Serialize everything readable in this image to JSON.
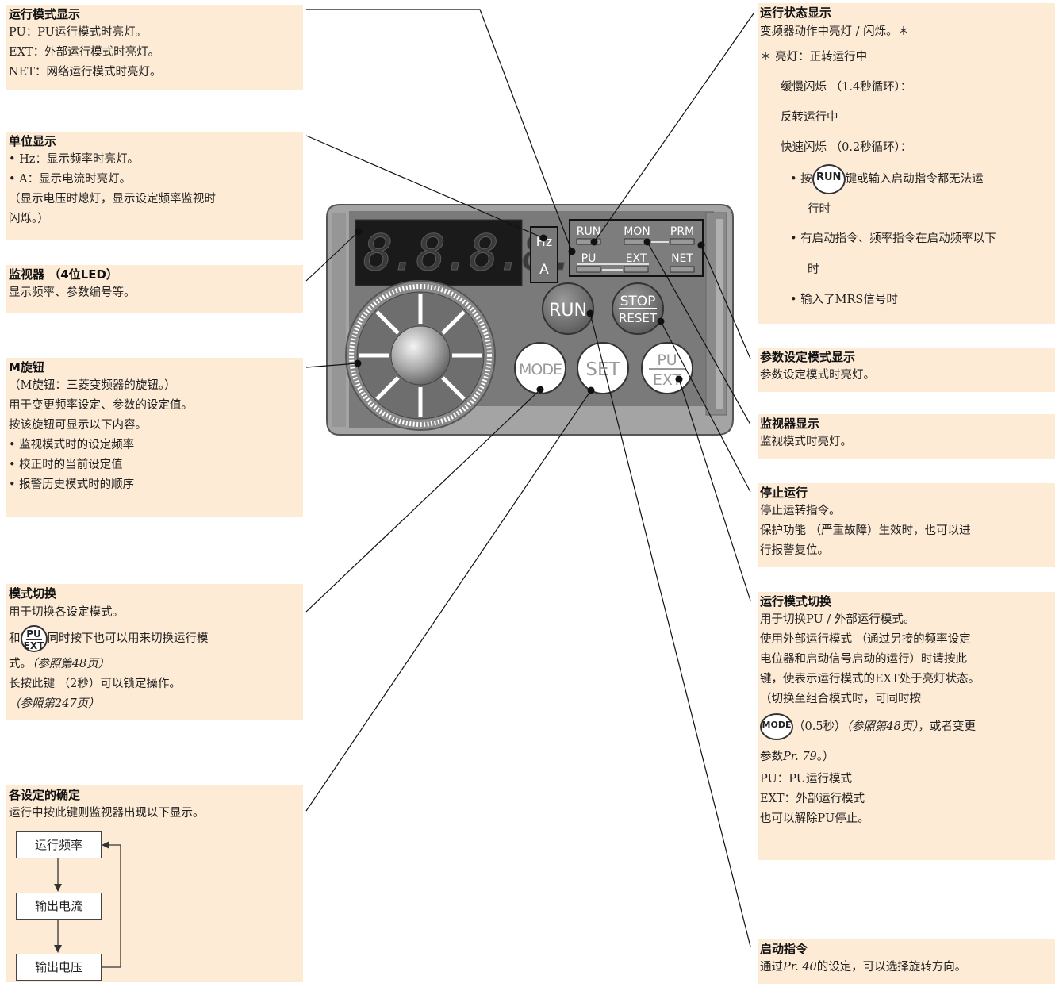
{
  "left": {
    "run_mode_display": {
      "title": "运行模式显示",
      "lines": [
        "PU：PU运行模式时亮灯。",
        "EXT：外部运行模式时亮灯。",
        "NET：网络运行模式时亮灯。"
      ]
    },
    "unit_display": {
      "title": "单位显示",
      "lines": [
        "• Hz：显示频率时亮灯。",
        "• A：显示电流时亮灯。",
        "（显示电压时熄灯，显示设定频率监视时",
        "闪烁。）"
      ]
    },
    "monitor": {
      "title": "监视器 （4位LED）",
      "lines": [
        "显示频率、参数编号等。"
      ]
    },
    "m_dial": {
      "title": "M旋钮",
      "lines": [
        "（M旋钮：三菱变频器的旋钮。）",
        "用于变更频率设定、参数的设定值。",
        "按该旋钮可显示以下内容。",
        "• 监视模式时的设定频率",
        "• 校正时的当前设定值",
        "• 报警历史模式时的顺序"
      ]
    },
    "mode_switch": {
      "title": "模式切换",
      "line1": "用于切换各设定模式。",
      "line2_pre": "和",
      "line2_post": "同时按下也可以用来切换运行模",
      "line3": "式。",
      "line3_ref": "（参照第48页）",
      "line4": "长按此键 （2秒）可以锁定操作。",
      "line5_ref": "（参照第247页）"
    },
    "confirm": {
      "title": "各设定的确定",
      "line1": "运行中按此键则监视器出现以下显示。",
      "flow": [
        "运行频率",
        "输出电流",
        "输出电压"
      ]
    }
  },
  "right": {
    "run_status": {
      "title": "运行状态显示",
      "lines": [
        "变频器动作中亮灯 / 闪烁。＊",
        "＊ 亮灯：正转运行中",
        "缓慢闪烁 （1.4秒循环）：",
        "反转运行中",
        "快速闪烁 （0.2秒循环）："
      ],
      "bullet1_pre": "• 按",
      "bullet1_post": "键或输入启动指令都无法运",
      "bullet1_cont": "行时",
      "bullet2": "• 有启动指令、频率指令在启动频率以下",
      "bullet2_cont": "时",
      "bullet3": "• 输入了MRS信号时"
    },
    "param_mode": {
      "title": "参数设定模式显示",
      "lines": [
        "参数设定模式时亮灯。"
      ]
    },
    "monitor_display": {
      "title": "监视器显示",
      "lines": [
        "监视模式时亮灯。"
      ]
    },
    "stop": {
      "title": "停止运行",
      "lines": [
        "停止运转指令。",
        "保护功能 （严重故障）生效时，也可以进",
        "行报警复位。"
      ]
    },
    "op_mode_switch": {
      "title": "运行模式切换",
      "lines": [
        "用于切换PU / 外部运行模式。",
        "使用外部运行模式 （通过另接的频率设定",
        "电位器和启动信号启动的运行）时请按此",
        "键，使表示运行模式的EXT处于亮灯状态。",
        "（切换至组合模式时，可同时按"
      ],
      "mode_line_a": "（0.5秒）",
      "mode_line_ref": "（参照第48页）",
      "mode_line_b": "，或者变更",
      "param_pre": "参数",
      "param_ref": "Pr. 79",
      "param_post": "。）",
      "tail": [
        "PU：PU运行模式",
        "EXT：外部运行模式",
        "也可以解除PU停止。"
      ]
    },
    "start_cmd": {
      "title": "启动指令",
      "pre": "通过",
      "ref": "Pr. 40",
      "post": "的设定，可以选择旋转方向。"
    }
  },
  "panel": {
    "display": "8.8.8.8.",
    "unit_hz": "Hz",
    "unit_a": "A",
    "ind_run": "RUN",
    "ind_mon": "MON",
    "ind_prm": "PRM",
    "ind_pu": "PU",
    "ind_ext": "EXT",
    "ind_net": "NET",
    "btn_run": "RUN",
    "btn_stop": "STOP",
    "btn_reset": "RESET",
    "btn_mode": "MODE",
    "btn_set": "SET",
    "btn_pu": "PU",
    "btn_ext": "EXT",
    "icon_run": "RUN",
    "icon_pu": "PU",
    "icon_ext": "EXT",
    "icon_mode": "MODE"
  }
}
